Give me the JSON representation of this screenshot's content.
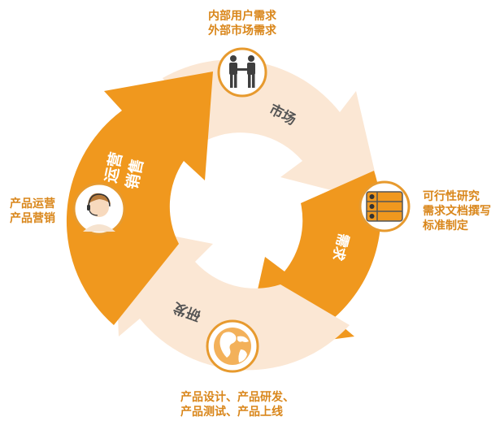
{
  "colors": {
    "orange": "#f0981e",
    "pale": "#fbe7d4",
    "ring": "#e79a2e",
    "label": "#d9861a",
    "dark_text": "#555555"
  },
  "stages": {
    "market": {
      "arrow_label": "市场",
      "icon": "handshake-people-icon",
      "lines": [
        "内部用户需求",
        "外部市场需求"
      ]
    },
    "requirement": {
      "arrow_label": "需求",
      "icon": "document-list-icon",
      "lines": [
        "可行性研究",
        "需求文档撰写",
        "标准制定"
      ]
    },
    "rnd": {
      "arrow_label": "研发",
      "icon": "globe-icon",
      "lines": [
        "产品设计、产品研发、",
        "产品测试、产品上线"
      ]
    },
    "operations": {
      "arrow_label": "运营销售",
      "arrow_label_a": "运营",
      "arrow_label_b": "销售",
      "icon": "headset-agent-icon",
      "lines": [
        "产品运营",
        "产品营销"
      ]
    }
  }
}
